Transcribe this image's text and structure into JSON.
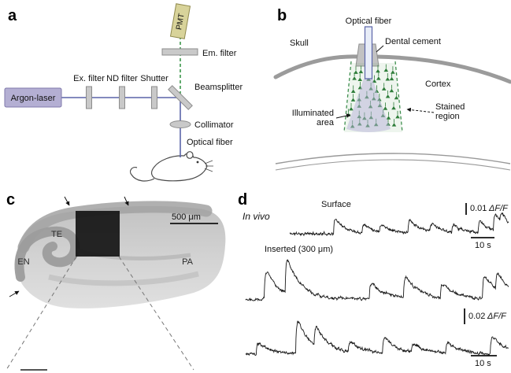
{
  "panels": {
    "a": {
      "letter": "a",
      "pmt": "PMT",
      "em_filter": "Em. filter",
      "ex_filter": "Ex. filter",
      "nd_filter": "ND filter",
      "shutter": "Shutter",
      "beamsplitter": "Beamsplitter",
      "collimator": "Collimator",
      "optical_fiber": "Optical fiber",
      "argon_laser": "Argon-laser"
    },
    "b": {
      "letter": "b",
      "optical_fiber": "Optical fiber",
      "skull": "Skull",
      "dental_cement": "Dental cement",
      "cortex": "Cortex",
      "illuminated_l1": "Illuminated",
      "illuminated_l2": "area",
      "stained_l1": "Stained",
      "stained_l2": "region"
    },
    "c": {
      "letter": "c",
      "scale_bar": "500 μm",
      "region_te": "TE",
      "region_en": "EN",
      "region_pa": "PA"
    },
    "d": {
      "letter": "d",
      "condition": "In vivo",
      "surface": "Surface",
      "inserted": "Inserted (300 μm)",
      "scale_top_value": "0.01",
      "scale_top_unit": "ΔF/F",
      "scale_top_time": "10 s",
      "scale_bottom_value": "0.02",
      "scale_bottom_unit": "ΔF/F",
      "scale_bottom_time": "10 s"
    }
  },
  "colors": {
    "laser_fill": "#b4afd3",
    "laser_stroke": "#7f79ab",
    "pmt_fill": "#d8d39a",
    "pmt_stroke": "#908a4e",
    "optics_fill": "#c9c9c9",
    "optics_stroke": "#8c8c8c",
    "excitation_beam": "#5a64a8",
    "emission_beam": "#2f8f3f",
    "stained_green": "#2e7d3a",
    "illuminated_fill": "#b5b2d8",
    "skull_gray": "#9b9b9b",
    "trace_color": "#1a1a1a"
  },
  "chart_data": {
    "type": "line",
    "title": "In vivo calcium fluorescence traces",
    "x_unit": "s",
    "y_unit": "ΔF/F",
    "time_axis_span": 100,
    "scale_bars": [
      {
        "applies_to": "Surface",
        "dff": 0.01,
        "time_s": 10
      },
      {
        "applies_to": "Inserted (300 μm)",
        "dff": 0.02,
        "time_s": 10
      }
    ],
    "traces": [
      {
        "name": "Surface",
        "noise": 0.09,
        "spikes": [
          {
            "t": 20,
            "a": 0.9
          },
          {
            "t": 33,
            "a": 0.5
          },
          {
            "t": 41,
            "a": 0.45
          },
          {
            "t": 54,
            "a": 0.8
          },
          {
            "t": 64,
            "a": 0.5
          },
          {
            "t": 74,
            "a": 0.45
          },
          {
            "t": 86,
            "a": 0.7
          },
          {
            "t": 93,
            "a": 1.0
          },
          {
            "t": 96,
            "a": 0.6
          }
        ]
      },
      {
        "name": "Inserted (300 μm) trace 1",
        "noise": 0.08,
        "spikes": [
          {
            "t": 7,
            "a": 1.3
          },
          {
            "t": 15,
            "a": 1.6
          },
          {
            "t": 47,
            "a": 0.75
          },
          {
            "t": 60,
            "a": 1.0
          },
          {
            "t": 74,
            "a": 0.65
          },
          {
            "t": 90,
            "a": 1.05
          },
          {
            "t": 95,
            "a": 0.8
          }
        ]
      },
      {
        "name": "Inserted (300 μm) trace 2",
        "noise": 0.08,
        "spikes": [
          {
            "t": 4,
            "a": 0.5
          },
          {
            "t": 19,
            "a": 1.5
          },
          {
            "t": 26,
            "a": 0.85
          },
          {
            "t": 39,
            "a": 0.5
          },
          {
            "t": 52,
            "a": 0.7
          },
          {
            "t": 63,
            "a": 0.4
          },
          {
            "t": 76,
            "a": 0.5
          },
          {
            "t": 93,
            "a": 0.8
          }
        ]
      }
    ]
  }
}
